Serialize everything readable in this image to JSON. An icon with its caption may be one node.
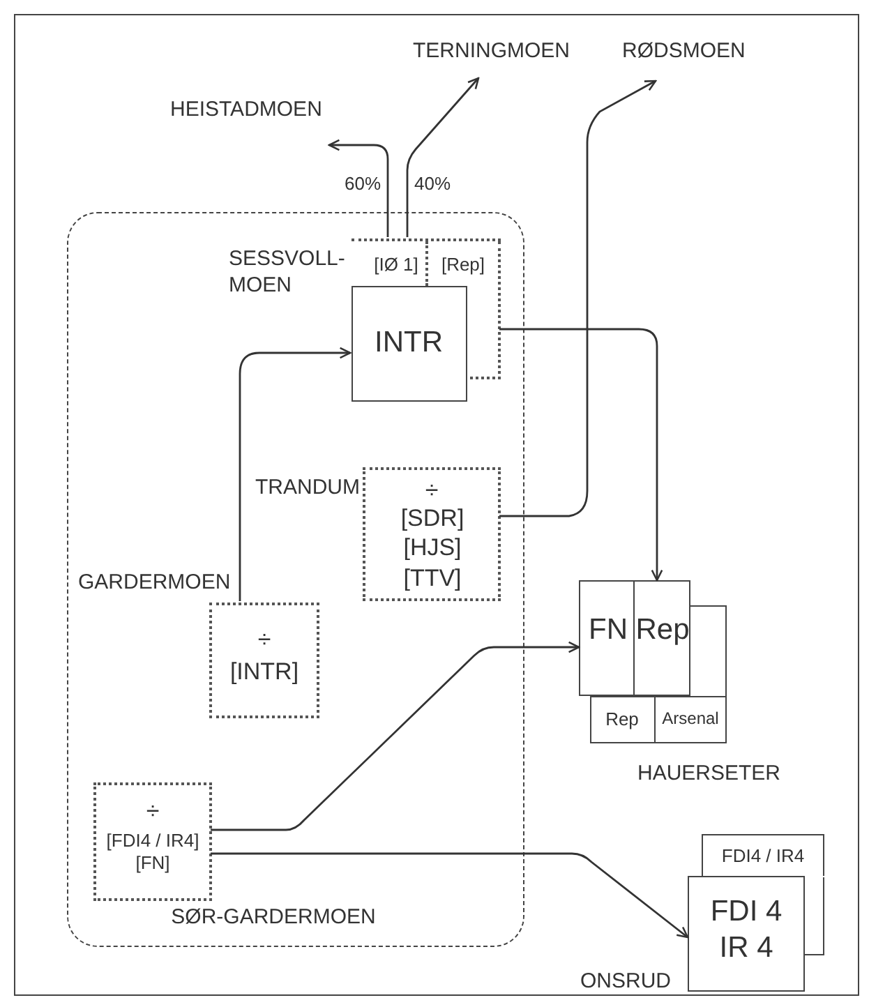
{
  "diagram": {
    "nodes": [
      {
        "text": [
          "SØR-GARDERMOEN"
        ]
      },
      {
        "text": [
          "HEISTADMOEN"
        ]
      },
      {
        "text": [
          "TERNINGMOEN"
        ]
      },
      {
        "text": [
          "RØDSMOEN"
        ]
      },
      {
        "text": [
          "SESSVOLL- MOEN",
          "[IØ 1]",
          "[Rep]"
        ],
        "in": 0
      },
      {
        "text": [
          "INTR"
        ],
        "in": 4
      },
      {
        "text": [
          "TRANDUM",
          "÷",
          "[SDR] [HJS] [TTV]"
        ],
        "in": 0
      },
      {
        "text": [
          "GARDERMOEN",
          "÷",
          "[INTR]"
        ],
        "in": 0
      },
      {
        "text": [
          "÷",
          "[FDI4 / IR4] [FN]"
        ],
        "in": 0
      },
      {
        "text": [
          "FN",
          "Rep"
        ]
      },
      {
        "text": [],
        "shape": "box"
      },
      {
        "text": [
          "Rep"
        ]
      },
      {
        "text": [
          "Arsenal"
        ]
      },
      {
        "text": [
          "FDI4 / IR4"
        ]
      },
      {
        "text": [
          "FDI 4 IR 4"
        ],
        "beside": [
          "ONSRUD"
        ]
      }
    ],
    "edges": [
      {
        "from": 4,
        "to": 1,
        "arrow": "to",
        "label": "60%"
      },
      {
        "from": 4,
        "to": 2,
        "arrow": "to",
        "label": "40%"
      },
      {
        "from": 6,
        "to": 3,
        "arrow": "to"
      },
      {
        "from": 4,
        "to": 9,
        "arrow": "to"
      },
      {
        "from": 7,
        "to": 5,
        "arrow": "to"
      },
      {
        "from": 8,
        "to": 9,
        "arrow": "to"
      },
      {
        "from": 8,
        "to": 14,
        "arrow": "to"
      }
    ],
    "labels": [
      "HAUERSETER"
    ]
  }
}
